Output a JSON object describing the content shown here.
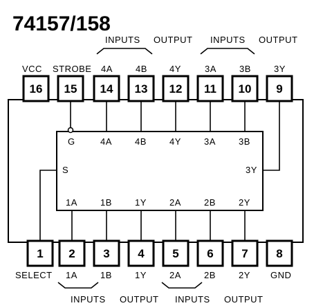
{
  "title": "74157/158",
  "top_pins": [
    {
      "num": "16",
      "label": "VCC"
    },
    {
      "num": "15",
      "label": "STROBE"
    },
    {
      "num": "14",
      "label": "4A"
    },
    {
      "num": "13",
      "label": "4B"
    },
    {
      "num": "12",
      "label": "4Y"
    },
    {
      "num": "11",
      "label": "3A"
    },
    {
      "num": "10",
      "label": "3B"
    },
    {
      "num": "9",
      "label": "3Y"
    }
  ],
  "bottom_pins": [
    {
      "num": "1",
      "label": "SELECT"
    },
    {
      "num": "2",
      "label": "1A"
    },
    {
      "num": "3",
      "label": "1B"
    },
    {
      "num": "4",
      "label": "1Y"
    },
    {
      "num": "5",
      "label": "2A"
    },
    {
      "num": "6",
      "label": "2B"
    },
    {
      "num": "7",
      "label": "2Y"
    },
    {
      "num": "8",
      "label": "GND"
    }
  ],
  "top_groups": [
    "INPUTS",
    "OUTPUT",
    "INPUTS",
    "OUTPUT"
  ],
  "bottom_groups": [
    "INPUTS",
    "OUTPUT",
    "INPUTS",
    "OUTPUT"
  ],
  "chip_labels": {
    "g": "G",
    "s": "S",
    "a4": "4A",
    "b4": "4B",
    "y4": "4Y",
    "a3": "3A",
    "b3": "3B",
    "y3": "3Y",
    "a1": "1A",
    "b1": "1B",
    "y1": "1Y",
    "a2": "2A",
    "b2": "2B",
    "y2": "2Y"
  }
}
